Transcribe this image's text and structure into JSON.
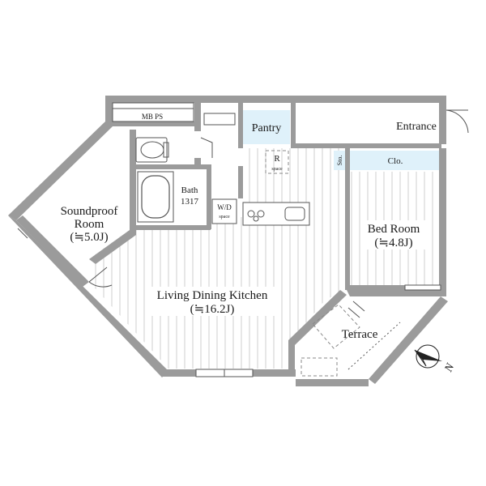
{
  "floor_plan": {
    "labels": {
      "mbps": "MB PS",
      "pantry": "Pantry",
      "entrance": "Entrance",
      "sto": "Sto.",
      "clo": "Clo.",
      "r": "R",
      "r_space": "space",
      "bath": "Bath",
      "bath_size": "1317",
      "wd": "W/D",
      "wd_space": "space",
      "soundproof_line1": "Soundproof",
      "soundproof_line2": "Room",
      "soundproof_area": "(≒5.0J)",
      "ldk_name": "Living Dining Kitchen",
      "ldk_area": "(≒16.2J)",
      "bedroom_name": "Bed Room",
      "bedroom_area": "(≒4.8J)",
      "terrace": "Terrace",
      "north": "N"
    },
    "colors": {
      "wall": "#9b9b9b",
      "storage_fill": "#dff1fa",
      "floor_lines": "#cfcfcf"
    }
  }
}
